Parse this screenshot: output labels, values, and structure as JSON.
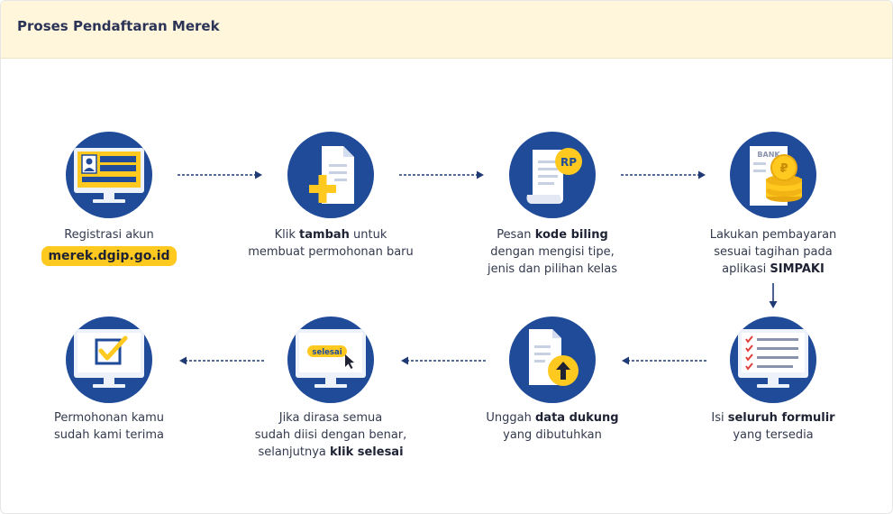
{
  "header": {
    "title": "Proses Pendaftaran Merek"
  },
  "steps": [
    {
      "pre": "Registrasi akun",
      "highlight": "merek.dgip.go.id"
    },
    {
      "a": "Klik ",
      "b": "tambah",
      "c": " untuk",
      "line2": "membuat permohonan baru"
    },
    {
      "a": "Pesan ",
      "b": "kode biling",
      "line2": "dengan mengisi tipe,",
      "line3": "jenis dan pilihan kelas"
    },
    {
      "line1": "Lakukan pembayaran",
      "line2": "sesuai tagihan pada",
      "a": "aplikasi ",
      "b": "SIMPAKI"
    },
    {
      "a": "Isi ",
      "b": "seluruh formulir",
      "line2": "yang tersedia"
    },
    {
      "a": "Unggah ",
      "b": "data dukung",
      "line2": "yang dibutuhkan"
    },
    {
      "line1": "Jika dirasa semua",
      "line2": "sudah diisi dengan benar,",
      "a": "selanjutnya ",
      "b": "klik selesai"
    },
    {
      "line1": "Permohonan kamu",
      "line2": "sudah kami terima"
    }
  ],
  "icons": {
    "rp_badge": "RP",
    "bank_sign": "BANK",
    "selesai_button": "selesai"
  },
  "colors": {
    "navy": "#1f4b99",
    "accent": "#ffc91f",
    "header_bg": "#fff6dc"
  }
}
